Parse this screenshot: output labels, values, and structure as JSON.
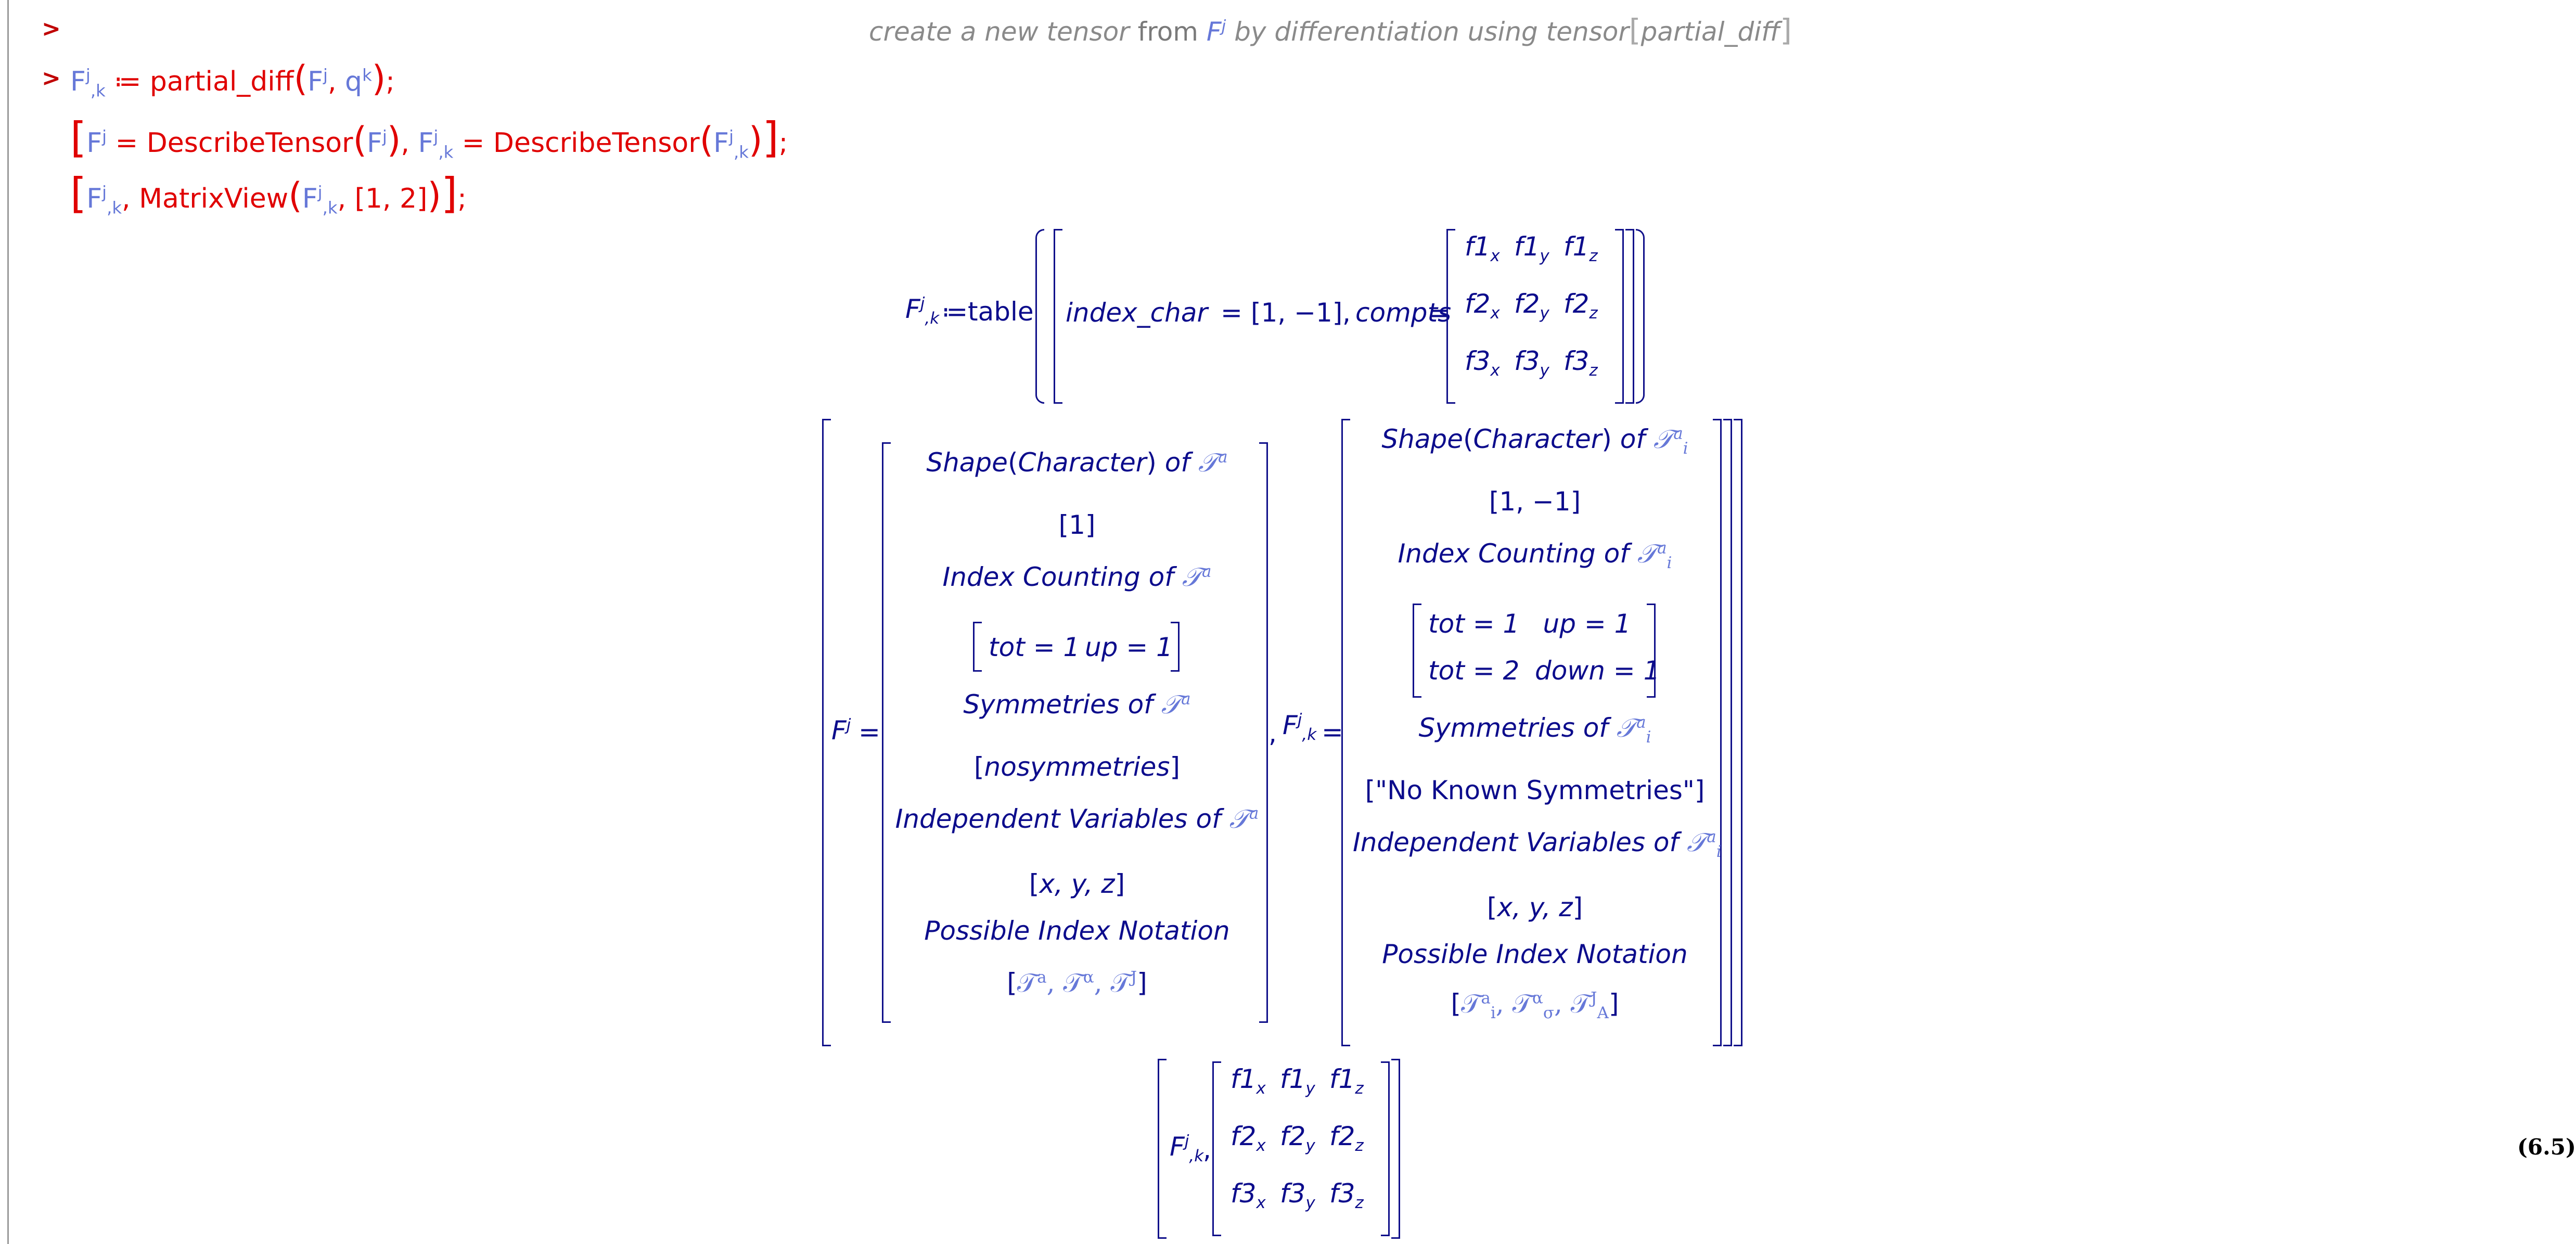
{
  "worksheet": {
    "prompt_symbol": ">",
    "comment": {
      "before": "create a new tensor",
      "from_word": "from",
      "tensor": "F",
      "tensor_sup": "j",
      "by_word": "by differentiation using tensor",
      "func": "partial_diff"
    },
    "input": {
      "line1": {
        "lhs_base": "F",
        "lhs_sup": "j",
        "lhs_sub": ",k",
        "assign": " ≔ ",
        "func": "partial_diff",
        "arg1_base": "F",
        "arg1_sup": "j",
        "sep": ", ",
        "arg2_base": "q",
        "arg2_sup": "k",
        "end": ";"
      },
      "line2": {
        "a_base": "F",
        "a_sup": "j",
        "eq": " = ",
        "func": "DescribeTensor",
        "b_base": "F",
        "b_sup": "j",
        "b_sub": ",k",
        "end": ";"
      },
      "line3": {
        "a_base": "F",
        "a_sup": "j",
        "a_sub": ",k",
        "func": "MatrixView",
        "arg_list": "[1, 2]",
        "end": ";"
      }
    },
    "output": {
      "table_line": {
        "lhs_base": "F",
        "lhs_sup": "j",
        "lhs_sub": ",k",
        "assign": "≔table",
        "index_char_label": "index_char",
        "index_char_value": "[1, −1]",
        "compts_label": "compts",
        "matrix": [
          [
            [
              "f1",
              "x"
            ],
            [
              "f1",
              "y"
            ],
            [
              "f1",
              "z"
            ]
          ],
          [
            [
              "f2",
              "x"
            ],
            [
              "f2",
              "y"
            ],
            [
              "f2",
              "z"
            ]
          ],
          [
            [
              "f3",
              "x"
            ],
            [
              "f3",
              "y"
            ],
            [
              "f3",
              "z"
            ]
          ]
        ]
      },
      "describe_left": {
        "lhs_base": "F",
        "lhs_sup": "j",
        "shape_title": "Shape",
        "character": "Character",
        "of": "of",
        "script_T": "𝒯",
        "sup_a": "a",
        "shape_value": "[1]",
        "index_counting": "Index Counting of",
        "counting_row1_tot": "tot = 1",
        "counting_row1_dir": "up = 1",
        "symmetries": "Symmetries of",
        "symmetries_value": "nosymmetries",
        "independent_vars": "Independent Variables of",
        "vars_value": "x, y, z",
        "possible_notation": "Possible Index Notation",
        "notation_alpha": "α",
        "notation_J": "J"
      },
      "describe_right": {
        "lhs_base": "F",
        "lhs_sup": "j",
        "lhs_sub": ",k",
        "shape_title": "Shape",
        "character": "Character",
        "of": "of",
        "shape_value": "[1, −1]",
        "index_counting": "Index Counting of",
        "counting_row1_tot": "tot = 1",
        "counting_row1_dir": "up = 1",
        "counting_row2_tot": "tot = 2",
        "counting_row2_dir": "down = 1",
        "symmetries": "Symmetries of",
        "symmetries_value": "\"No Known Symmetries\"",
        "independent_vars": "Independent Variables of",
        "vars_value": "x, y, z",
        "possible_notation": "Possible Index Notation",
        "sub_i": "i",
        "sub_sigma": "σ",
        "sub_A": "A"
      },
      "matrix_view": {
        "lhs_base": "F",
        "lhs_sup": "j",
        "lhs_sub": ",k",
        "matrix": [
          [
            [
              "f1",
              "x"
            ],
            [
              "f1",
              "y"
            ],
            [
              "f1",
              "z"
            ]
          ],
          [
            [
              "f2",
              "x"
            ],
            [
              "f2",
              "y"
            ],
            [
              "f2",
              "z"
            ]
          ],
          [
            [
              "f3",
              "x"
            ],
            [
              "f3",
              "y"
            ],
            [
              "f3",
              "z"
            ]
          ]
        ]
      },
      "equation_number": "(6.5)"
    }
  }
}
